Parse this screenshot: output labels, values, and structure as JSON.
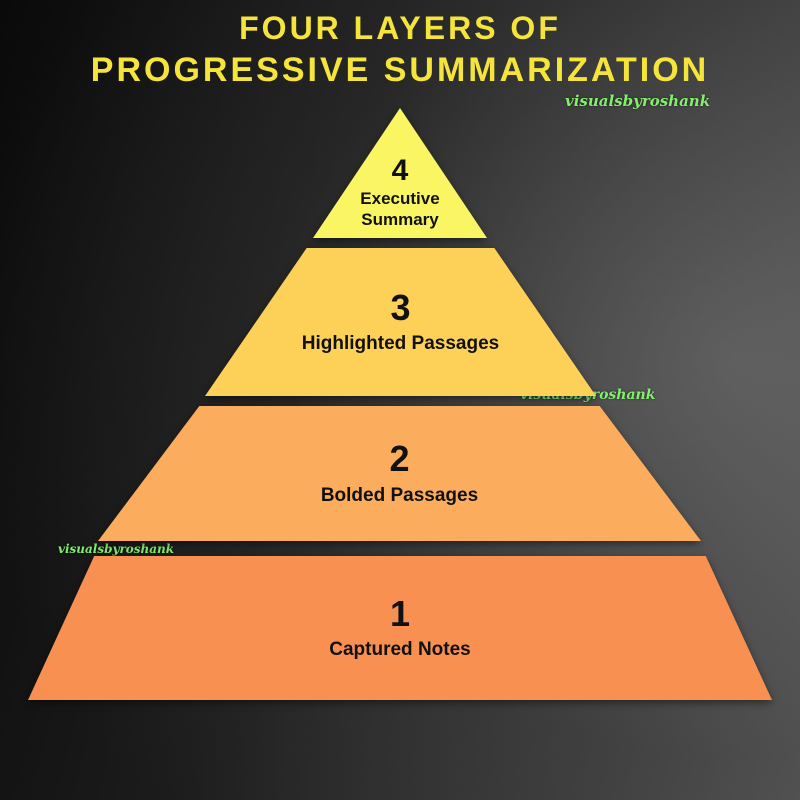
{
  "title": {
    "line1": "FOUR LAYERS OF",
    "line2": "PROGRESSIVE SUMMARIZATION",
    "color": "#F5E53B"
  },
  "watermark": {
    "text": "visualsbyroshank",
    "color": "#84EF6F"
  },
  "pyramid": {
    "layers": [
      {
        "number": "4",
        "label": "Executive Summary",
        "color": "#FAF663"
      },
      {
        "number": "3",
        "label": "Highlighted Passages",
        "color": "#FDD058"
      },
      {
        "number": "2",
        "label": "Bolded Passages",
        "color": "#FBAD5D"
      },
      {
        "number": "1",
        "label": "Captured Notes",
        "color": "#F89052"
      }
    ]
  }
}
